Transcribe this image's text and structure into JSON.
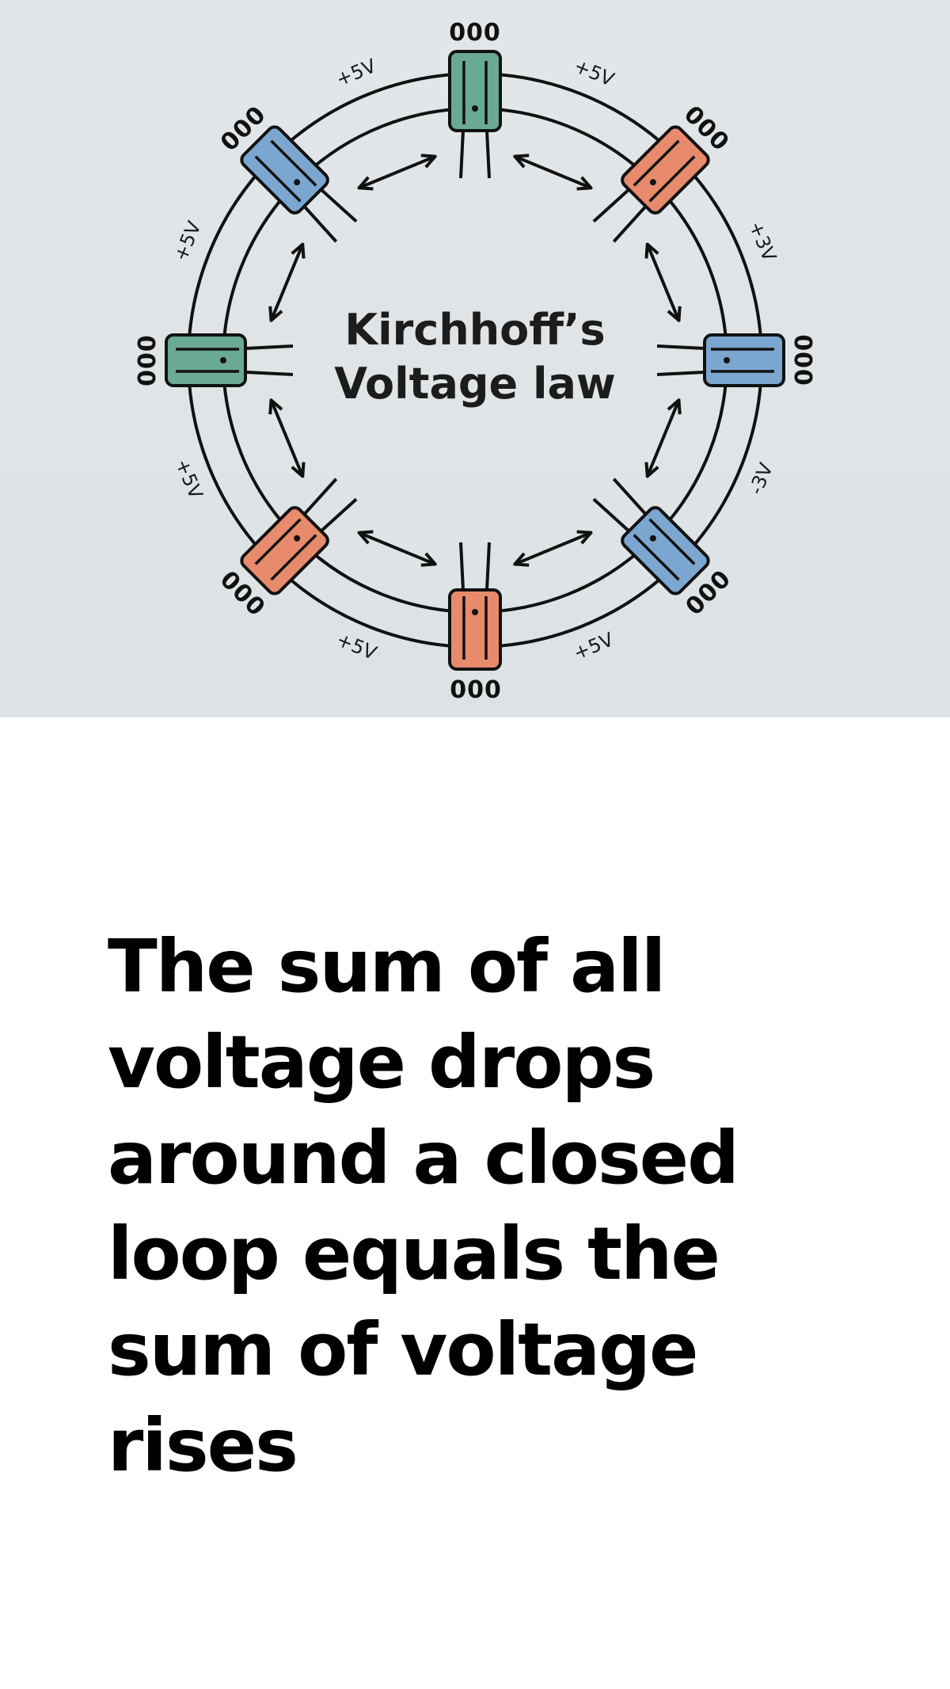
{
  "diagram": {
    "title_line1": "Kirchhoff’s",
    "title_line2": "Voltage law",
    "components": [
      {
        "pins": "000",
        "color": "#6aaa92"
      },
      {
        "pins": "000",
        "color": "#e88a6c"
      },
      {
        "pins": "000",
        "color": "#7ba6cf"
      },
      {
        "pins": "000",
        "color": "#7ba6cf"
      },
      {
        "pins": "000",
        "color": "#e88a6c"
      },
      {
        "pins": "000",
        "color": "#e88a6c"
      },
      {
        "pins": "000",
        "color": "#6aaa92"
      },
      {
        "pins": "000",
        "color": "#7ba6cf"
      }
    ],
    "voltage_labels": [
      "+5V",
      "+3V",
      "-3V",
      "+5V",
      "+5V",
      "+5V",
      "+5V",
      "+5V"
    ]
  },
  "caption": {
    "text": "The sum of all voltage drops around a closed loop equals the sum of voltage rises"
  },
  "colors": {
    "background": "#e0e4e7",
    "green": "#6aaa92",
    "orange": "#e88a6c",
    "blue": "#7ba6cf",
    "stroke": "#111111"
  }
}
